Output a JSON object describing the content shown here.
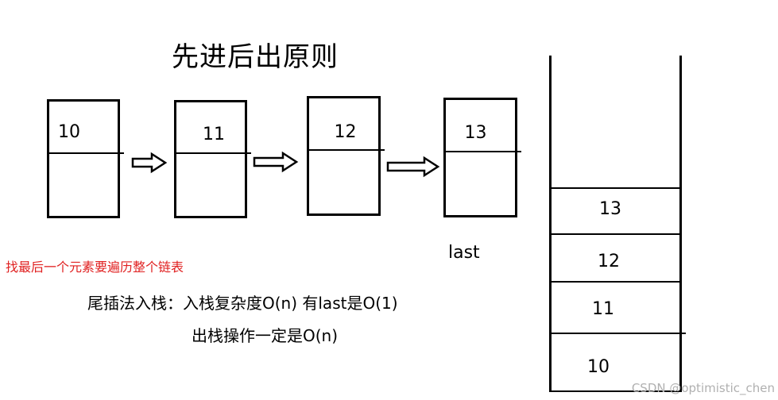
{
  "title": "先进后出原则",
  "nodes": [
    {
      "value": "10"
    },
    {
      "value": "11"
    },
    {
      "value": "12"
    },
    {
      "value": "13"
    }
  ],
  "last_label": "last",
  "note_red": "找最后一个元素要遍历整个链表",
  "note_line1": "尾插法入栈：入栈复杂度O(n) 有last是O(1)",
  "note_line2": "出栈操作一定是O(n)",
  "stack": {
    "items": [
      "13",
      "12",
      "11",
      "10"
    ]
  },
  "watermark": "CSDN @optimistic_chen",
  "colors": {
    "red_note": "#e02020",
    "watermark": "#b0b0b0"
  }
}
